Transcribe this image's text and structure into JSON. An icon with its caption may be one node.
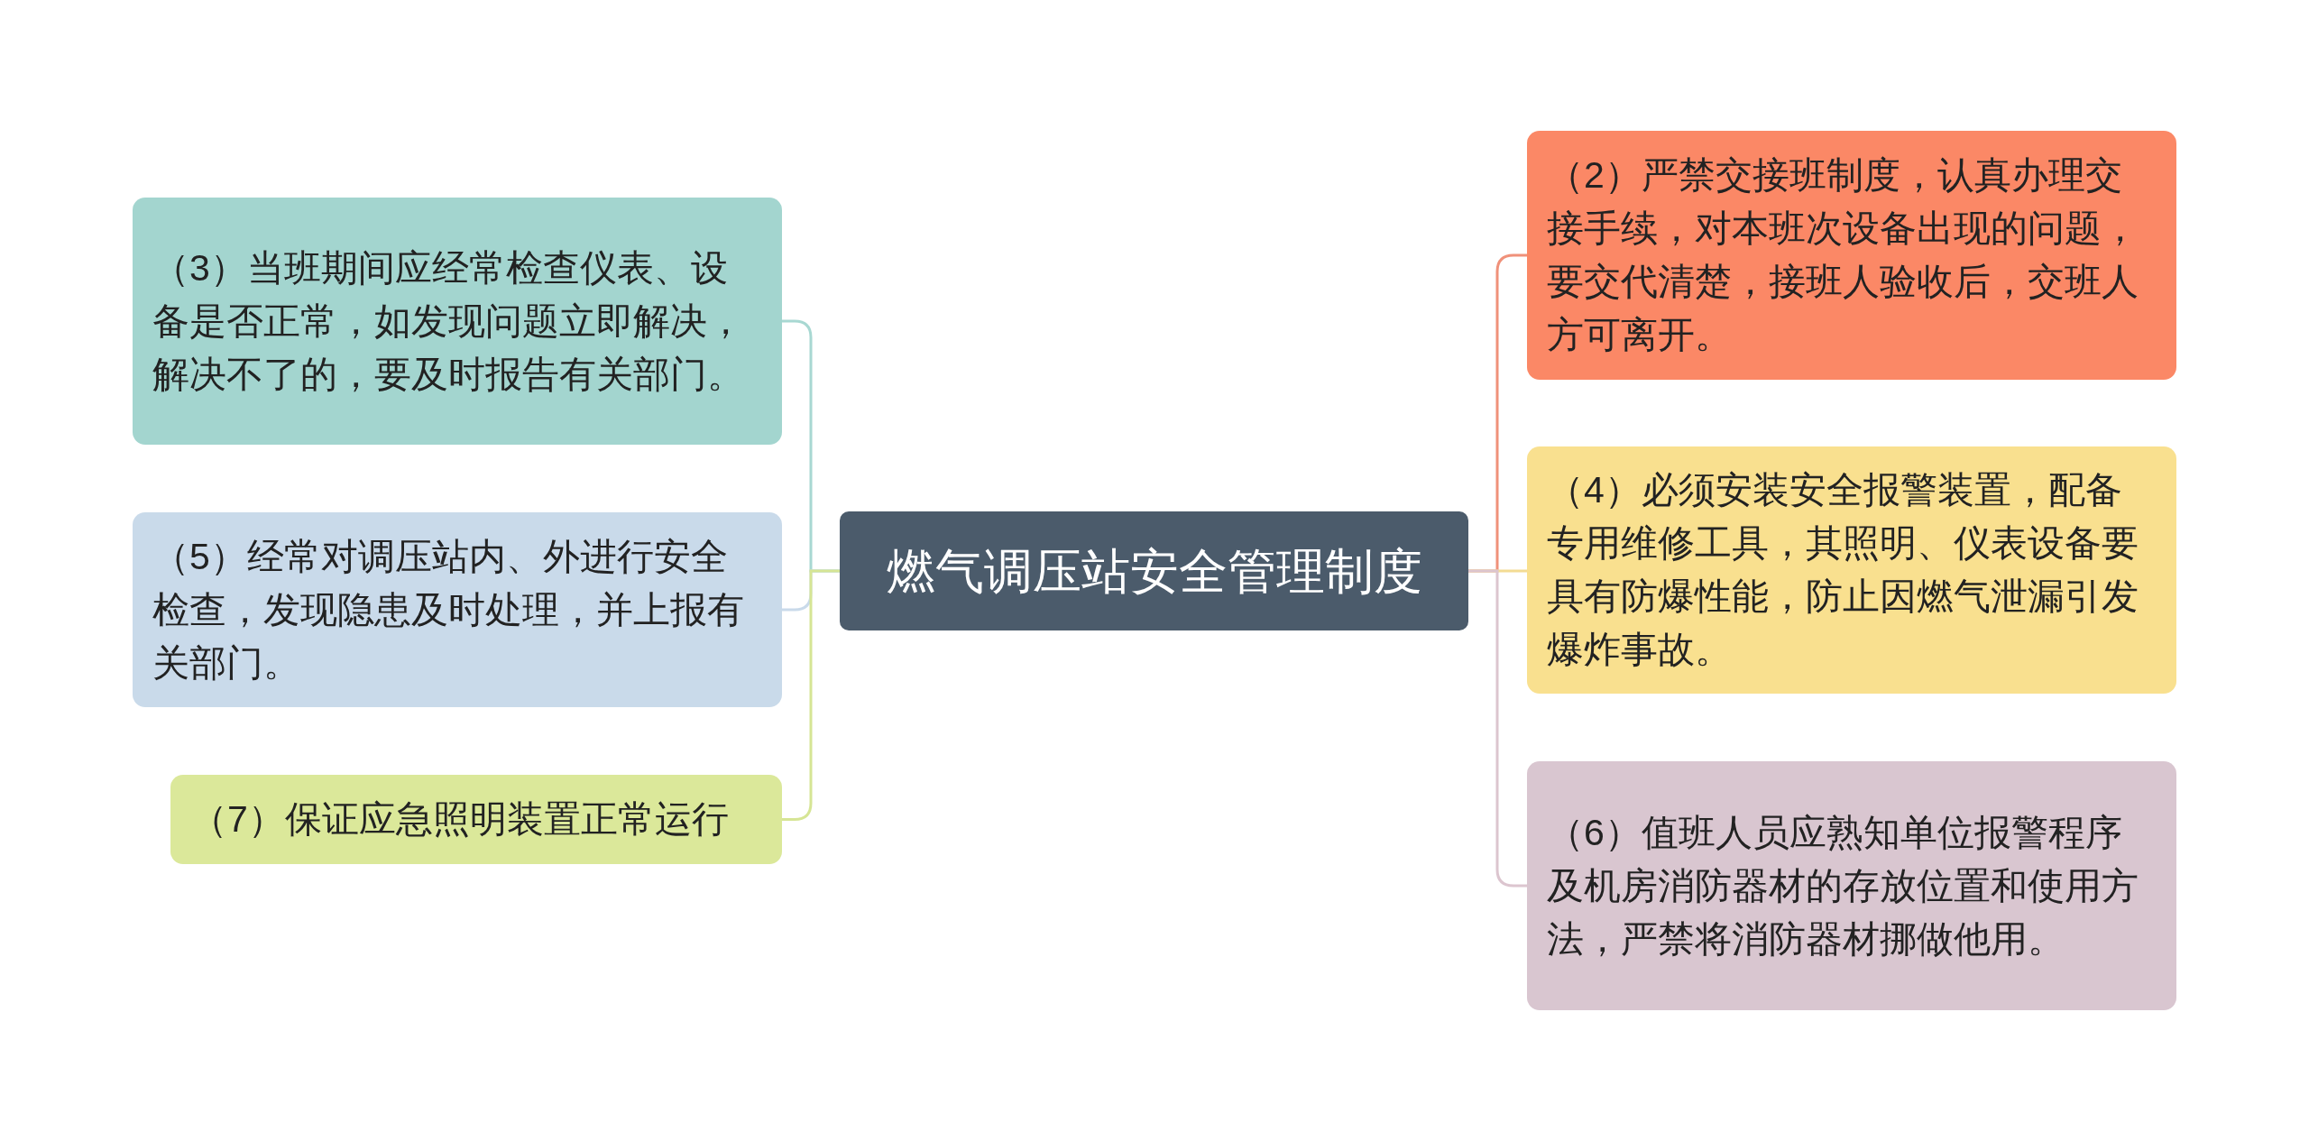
{
  "diagram": {
    "nodes": [
      {
        "text": [
          "燃气调压站安全管理制度"
        ]
      },
      {
        "text": [
          "（2）严禁交接班制度，认真办理交接手续，对本班次设备出现的问题，要交代清楚，接班人验收后，交班人方可离开。"
        ]
      },
      {
        "text": [
          "（3）当班期间应经常检查仪表、设备是否正常，如发现问题立即解决，解决不了的，要及时报告有关部门。"
        ]
      },
      {
        "text": [
          "（4）必须安装安全报警装置，配备专用维修工具，其照明、仪表设备要具有防爆性能，防止因燃气泄漏引发爆炸事故。"
        ]
      },
      {
        "text": [
          "（5）经常对调压站内、外进行安全检查，发现隐患及时处理，并上报有关部门。"
        ]
      },
      {
        "text": [
          "（6）值班人员应熟知单位报警程序及机房消防器材的存放位置和使用方法，严禁将消防器材挪做他用。"
        ]
      },
      {
        "text": [
          "（7）保证应急照明装置正常运行"
        ]
      }
    ],
    "edges": [
      {
        "from": 0,
        "to": 1,
        "arrow": "none",
        "color": "#f0917a"
      },
      {
        "from": 0,
        "to": 2,
        "arrow": "none",
        "color": "#a8d8d2"
      },
      {
        "from": 0,
        "to": 3,
        "arrow": "none",
        "color": "#f3dc93"
      },
      {
        "from": 0,
        "to": 4,
        "arrow": "none",
        "color": "#c9daea"
      },
      {
        "from": 0,
        "to": 5,
        "arrow": "none",
        "color": "#dcc5cf"
      },
      {
        "from": 0,
        "to": 6,
        "arrow": "none",
        "color": "#d6e595"
      }
    ]
  }
}
